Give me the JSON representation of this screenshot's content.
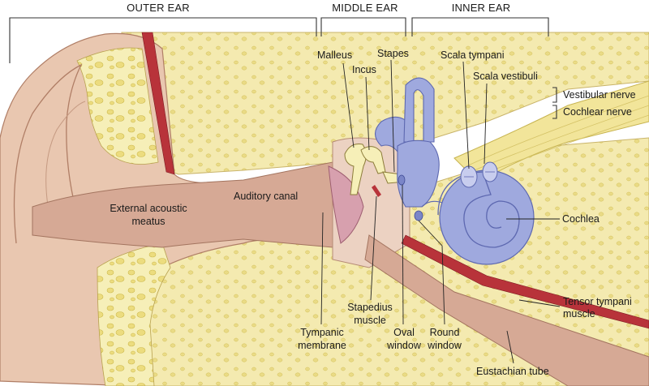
{
  "sections": {
    "outer": "OUTER EAR",
    "middle": "MIDDLE EAR",
    "inner": "INNER EAR"
  },
  "labels": {
    "malleus": "Malleus",
    "incus": "Incus",
    "stapes": "Stapes",
    "scala_tympani": "Scala tympani",
    "scala_vestibuli": "Scala vestibuli",
    "vestibular_nerve": "Vestibular nerve",
    "cochlear_nerve": "Cochlear nerve",
    "auditory_canal": "Auditory canal",
    "external_meatus_1": "External acoustic",
    "external_meatus_2": "meatus",
    "cochlea": "Cochlea",
    "stapedius_1": "Stapedius",
    "stapedius_2": "muscle",
    "tympanic_1": "Tympanic",
    "tympanic_2": "membrane",
    "oval_1": "Oval",
    "oval_2": "window",
    "round_1": "Round",
    "round_2": "window",
    "tensor_1": "Tensor tympani",
    "tensor_2": "muscle",
    "eustachian": "Eustachian tube"
  },
  "colors": {
    "bone": "#f6efb8",
    "bone_spot": "#e8d870",
    "skin": "#e9c7b0",
    "skin_dark": "#c9927a",
    "canal": "#d6a995",
    "labyrinth": "#9fa9de",
    "labyrinth_edge": "#5d68b0",
    "nerve": "#f2e59a",
    "muscle": "#b8333a",
    "membrane": "#d7a0ae"
  }
}
